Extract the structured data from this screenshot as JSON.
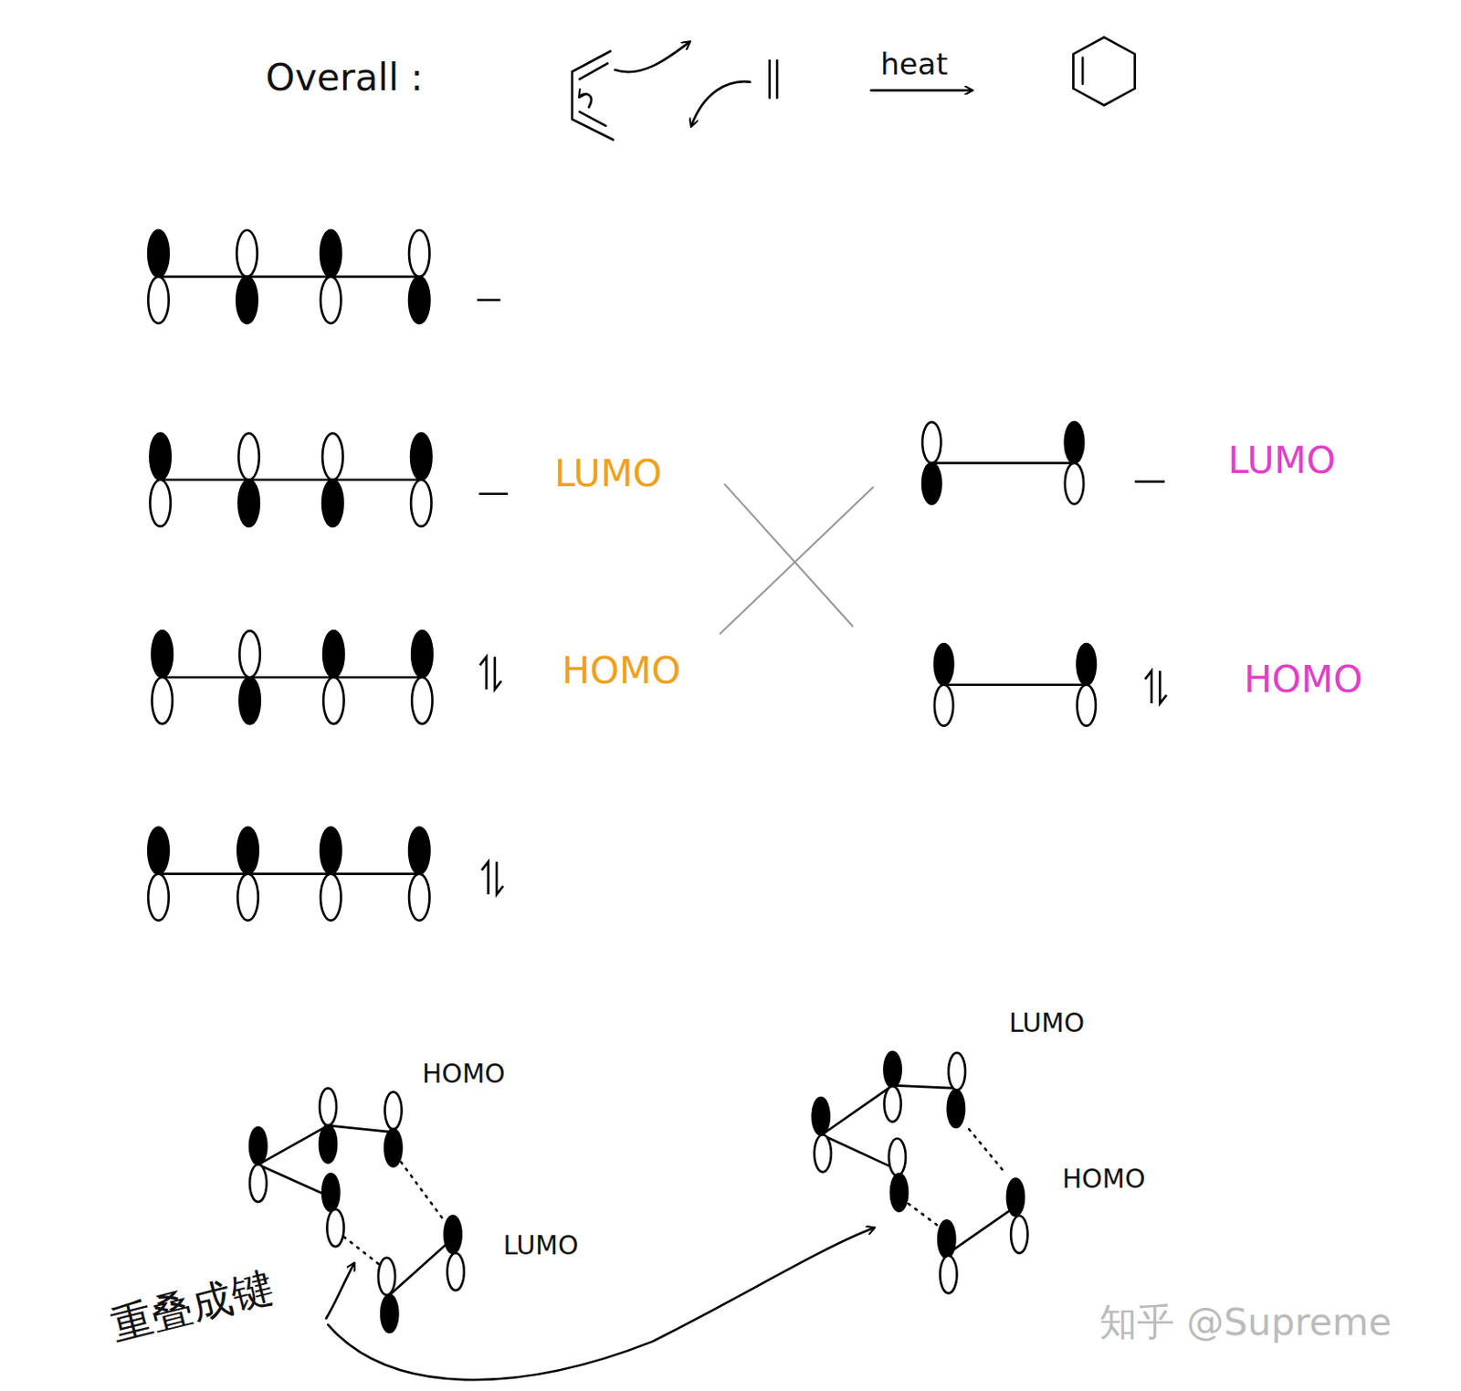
{
  "diagram": {
    "labels": [
      "Overall :",
      "heat",
      "LUMO",
      "HOMO",
      "LUMO",
      "HOMO",
      "HOMO",
      "LUMO",
      "LUMO",
      "HOMO",
      "重叠成键",
      "知乎 @Supreme"
    ]
  }
}
